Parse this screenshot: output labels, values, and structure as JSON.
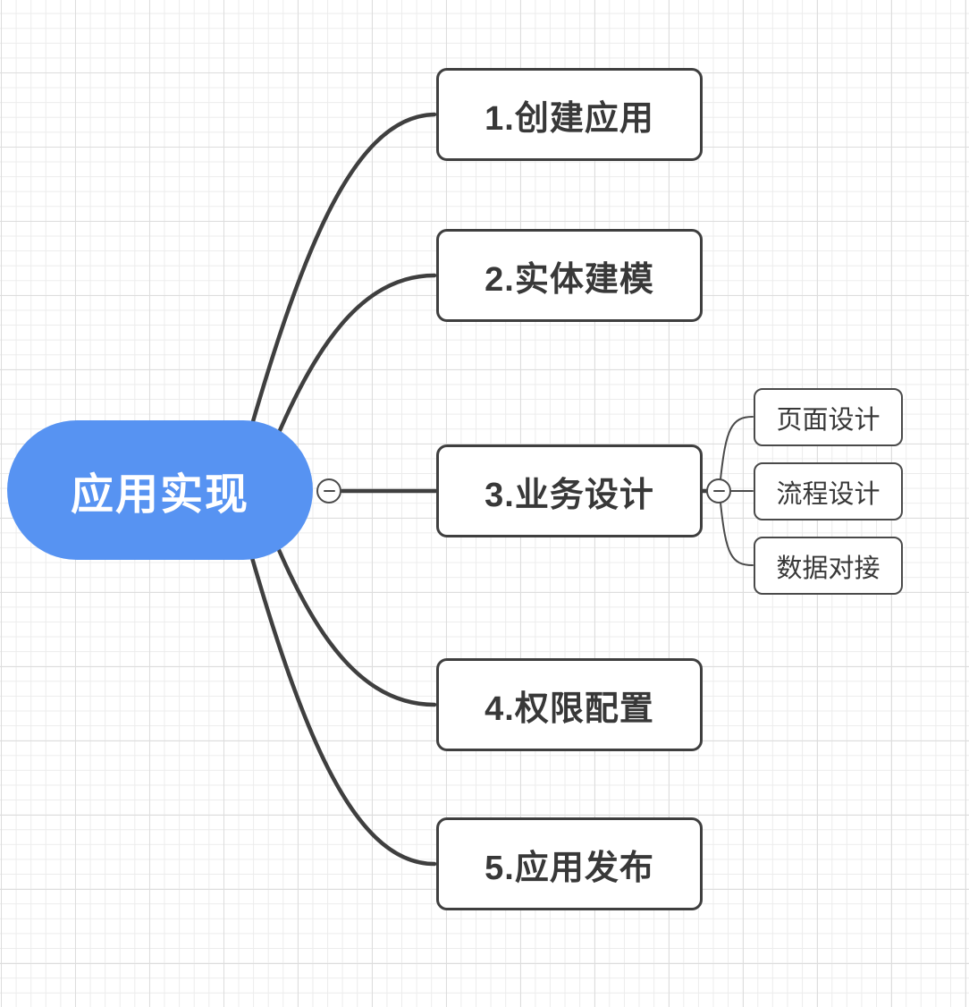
{
  "app": {
    "view": "mindmap"
  },
  "colors": {
    "background": "#FFFFFF",
    "grid_minor": "#ECECEC",
    "grid_major": "#DDDDDD",
    "root_fill": "#5793F2",
    "root_text": "#FFFFFF",
    "node_fill": "#FFFFFF",
    "node_border": "#3F3F3F",
    "node_text": "#383838",
    "sub_border": "#4A4A4A",
    "edge": "#3F3F3F",
    "edge_thin": "#4A4A4A"
  },
  "mindmap": {
    "root": {
      "label": "应用实现"
    },
    "branches": [
      {
        "label": "1.创建应用",
        "children": []
      },
      {
        "label": "2.实体建模",
        "children": []
      },
      {
        "label": "3.业务设计",
        "children": [
          {
            "label": "页面设计"
          },
          {
            "label": "流程设计"
          },
          {
            "label": "数据对接"
          }
        ]
      },
      {
        "label": "4.权限配置",
        "children": []
      },
      {
        "label": "5.应用发布",
        "children": []
      }
    ],
    "collapse_toggles": [
      {
        "name": "collapse-toggle-root",
        "glyph": "minus",
        "state": "expanded"
      },
      {
        "name": "collapse-toggle-branch3",
        "glyph": "minus",
        "state": "expanded"
      }
    ]
  }
}
